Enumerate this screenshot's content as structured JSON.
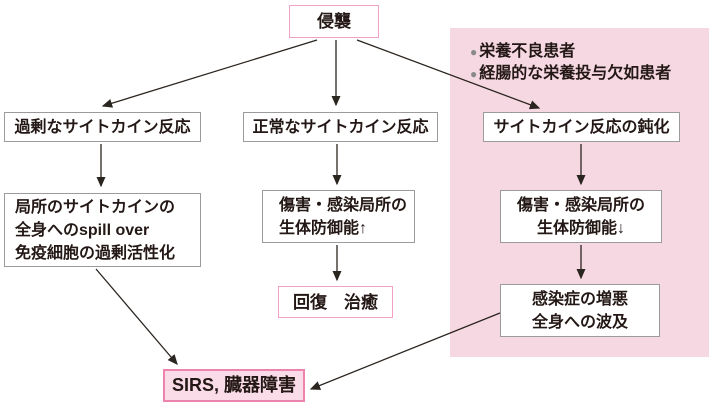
{
  "title_box": {
    "label": "侵襲"
  },
  "notes": {
    "bullet_char": "●",
    "items": [
      "栄養不良患者",
      "経腸的な栄養投与欠如患者"
    ]
  },
  "left_branch": {
    "level1": "過剰なサイトカイン反応",
    "level2": [
      "局所のサイトカインの",
      "全身へのspill over",
      "免疫細胞の過剰活性化"
    ]
  },
  "center_branch": {
    "level1": "正常なサイトカイン反応",
    "level2": [
      "傷害・感染局所の",
      "生体防御能↑"
    ],
    "outcome": "回復　治癒"
  },
  "right_branch": {
    "level1": "サイトカイン反応の鈍化",
    "level2": [
      "傷害・感染局所の",
      "生体防御能↓"
    ],
    "level3": [
      "感染症の増悪",
      "全身への波及"
    ]
  },
  "final_box": {
    "label": "SIRS, 臓器障害"
  },
  "colors": {
    "panel_bg": "#f6d8e3",
    "pink_border": "#f2a0c4",
    "final_bg": "#fadbe8",
    "final_border": "#ee84ad",
    "gray_border": "#9b9b9b",
    "text": "#231815",
    "bullet": "#8a8a8a",
    "arrow": "#2b2520"
  }
}
